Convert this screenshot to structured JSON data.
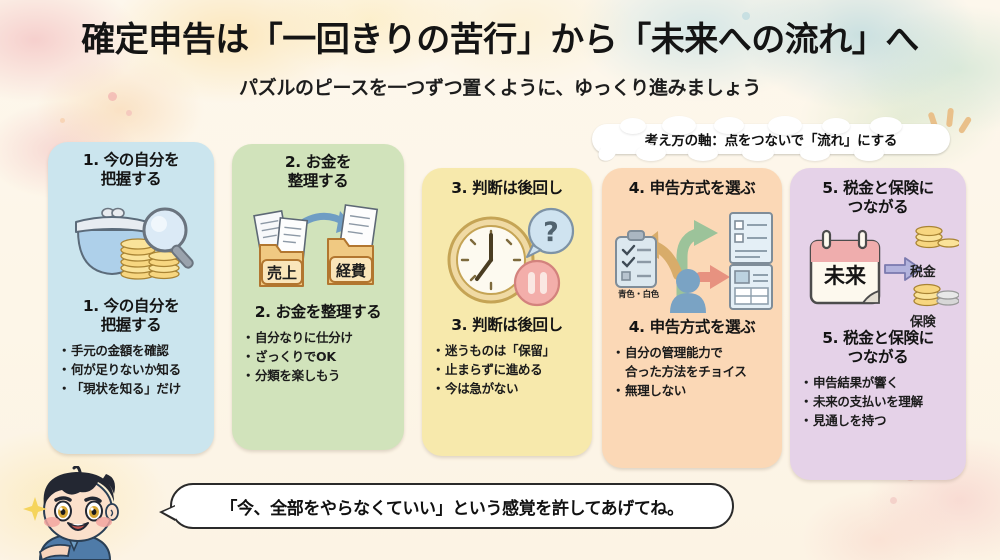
{
  "header": {
    "title": "確定申告は「一回きりの苦行」から「未来への流れ」へ",
    "subtitle": "パズルのピースを一つずつ置くように、ゆっくり進みましょう"
  },
  "callout": {
    "text": "考え方の軸：点をつないで「流れ」にする"
  },
  "footer_bubble": {
    "text": "「今、全部をやらなくていい」という感覚を許してあげてね。"
  },
  "colors": {
    "card1_bg": "#cbe5ee",
    "card2_bg": "#d1e3bb",
    "card3_bg": "#f7e9ac",
    "card4_bg": "#fbd8b6",
    "card5_bg": "#e5d2e8",
    "page_bg": "#fdf6e9",
    "text": "#141414"
  },
  "cards": [
    {
      "id": "card-1",
      "top_title": "1. 今の自分を\n把握する",
      "top_title_lines": [
        "1. 今の自分を",
        "把握する"
      ],
      "heading_lines": [
        "1. 今の自分を",
        "把握する"
      ],
      "bullets": [
        "手元の金額を確認",
        "何が足りないか知る",
        "「現状を知る」だけ"
      ],
      "icon": "purse-magnifier-coins-icon",
      "bg": "#cbe5ee"
    },
    {
      "id": "card-2",
      "top_title_lines": [
        "2. お金を",
        "整理する"
      ],
      "heading_lines": [
        "2. お金を整理する"
      ],
      "bullets": [
        "自分なりに仕分け",
        "ざっくりでOK",
        "分類を楽しもう"
      ],
      "icon": "folders-receipts-icon",
      "icon_labels": [
        "売上",
        "経費"
      ],
      "bg": "#d1e3bb"
    },
    {
      "id": "card-3",
      "top_title_lines": [
        "3. 判断は後回し"
      ],
      "heading_lines": [
        "3. 判断は後回し"
      ],
      "bullets": [
        "迷うものは「保留」",
        "止まらずに進める",
        "今は急がない"
      ],
      "icon": "clock-pause-question-icon",
      "bg": "#f7e9ac"
    },
    {
      "id": "card-4",
      "top_title_lines": [
        "4. 申告方式を選ぶ"
      ],
      "heading_lines": [
        "4. 申告方式を選ぶ"
      ],
      "bullets": [
        "自分の管理能力で\n合った方法をチョイス",
        "無理しない"
      ],
      "bullet_lines": [
        [
          "自分の管理能力で",
          "合った方法をチョイス"
        ],
        [
          "無理しない"
        ]
      ],
      "icon": "fork-road-person-documents-icon",
      "icon_labels": [
        "青色・白色"
      ],
      "bg": "#fbd8b6"
    },
    {
      "id": "card-5",
      "top_title_lines": [
        "5. 税金と保険に",
        "つながる"
      ],
      "heading_lines": [
        "5. 税金と保険に",
        "つながる"
      ],
      "bullets": [
        "申告結果が響く",
        "未来の支払いを理解",
        "見通しを持つ"
      ],
      "icon": "calendar-arrow-coins-icon",
      "icon_labels": [
        "未来",
        "税金",
        "保険"
      ],
      "bg": "#e5d2e8"
    }
  ],
  "mascot": {
    "name": "boy-character-mascot"
  }
}
